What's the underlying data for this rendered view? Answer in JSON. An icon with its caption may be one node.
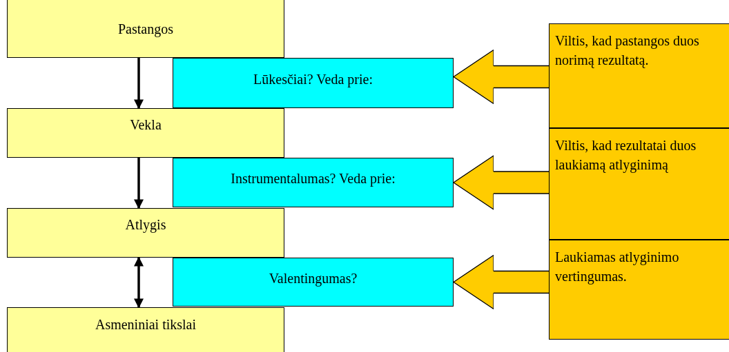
{
  "diagram": {
    "nodes": [
      {
        "text": [
          "Pastangos"
        ]
      },
      {
        "text": [
          "Lūkesčiai? Veda prie:"
        ]
      },
      {
        "text": [
          "Viltis, kad pastangos duos norimą rezultatą."
        ]
      },
      {
        "text": [
          "Vekla"
        ]
      },
      {
        "text": [
          "Instrumentalumas? Veda prie:"
        ]
      },
      {
        "text": [
          "Viltis, kad rezultatai duos laukiamą atlyginimą"
        ]
      },
      {
        "text": [
          "Atlygis"
        ]
      },
      {
        "text": [
          "Valentingumas?"
        ]
      },
      {
        "text": [
          "Laukiamas atlyginimo vertingumas."
        ]
      },
      {
        "text": [
          "Asmeniniai tikslai"
        ]
      }
    ],
    "edges": [
      {
        "from": 0,
        "to": 3,
        "arrow": "to"
      },
      {
        "from": 3,
        "to": 6,
        "arrow": "to"
      },
      {
        "from": 6,
        "to": 9,
        "arrow": "both"
      },
      {
        "from": 2,
        "to": 1,
        "arrow": "to",
        "style": "thick",
        "color": "#ffcc00"
      },
      {
        "from": 5,
        "to": 4,
        "arrow": "to",
        "style": "thick",
        "color": "#ffcc00"
      },
      {
        "from": 8,
        "to": 7,
        "arrow": "to",
        "style": "thick",
        "color": "#ffcc00"
      }
    ]
  }
}
